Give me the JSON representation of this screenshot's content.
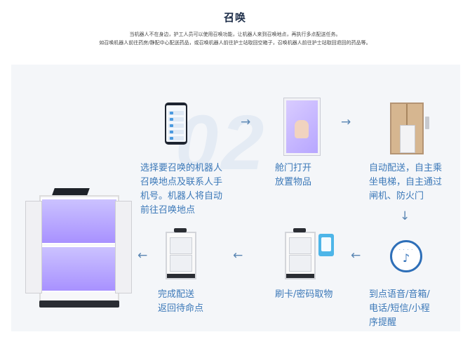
{
  "title": "召唤",
  "description": [
    "当机器人不在身边，护工人员可以使用召唤功能，让机器人来到召唤地点，再执行多点配送任务。",
    "如召唤机器人前往药房/静配中心配送药品，或召唤机器人前往护士站取回空箱子，召唤机器人前往护士站取回退回的药品等。"
  ],
  "watermark": "02",
  "steps": {
    "step1": [
      "选择要召唤的机器人",
      "召唤地点及联系人手",
      "机号。机器人将自动",
      "前往召唤地点"
    ],
    "step2": [
      "舱门打开",
      "放置物品"
    ],
    "step3": [
      "自动配送，自主乘",
      "坐电梯，自主通过",
      "闸机、防火门"
    ],
    "step4": [
      "到点语音/音箱/",
      "电话/短信/小程",
      "序提醒"
    ],
    "step5": [
      "刷卡/密码取物"
    ],
    "step6": [
      "完成配送",
      "返回待命点"
    ]
  },
  "arrows": {
    "right1": "→",
    "right2": "→",
    "down": "↓",
    "left1": "←",
    "left2": "←",
    "left3": "←"
  },
  "icons": {
    "phone": "phone-app-icon",
    "door": "cabin-door-icon",
    "elevator": "elevator-icon",
    "speaker": "smart-speaker-icon",
    "card": "access-card-icon",
    "robot": "delivery-robot-icon"
  },
  "colors": {
    "accent": "#3b78b8",
    "title": "#1f2f4a",
    "panel": "#f4f6f9"
  }
}
